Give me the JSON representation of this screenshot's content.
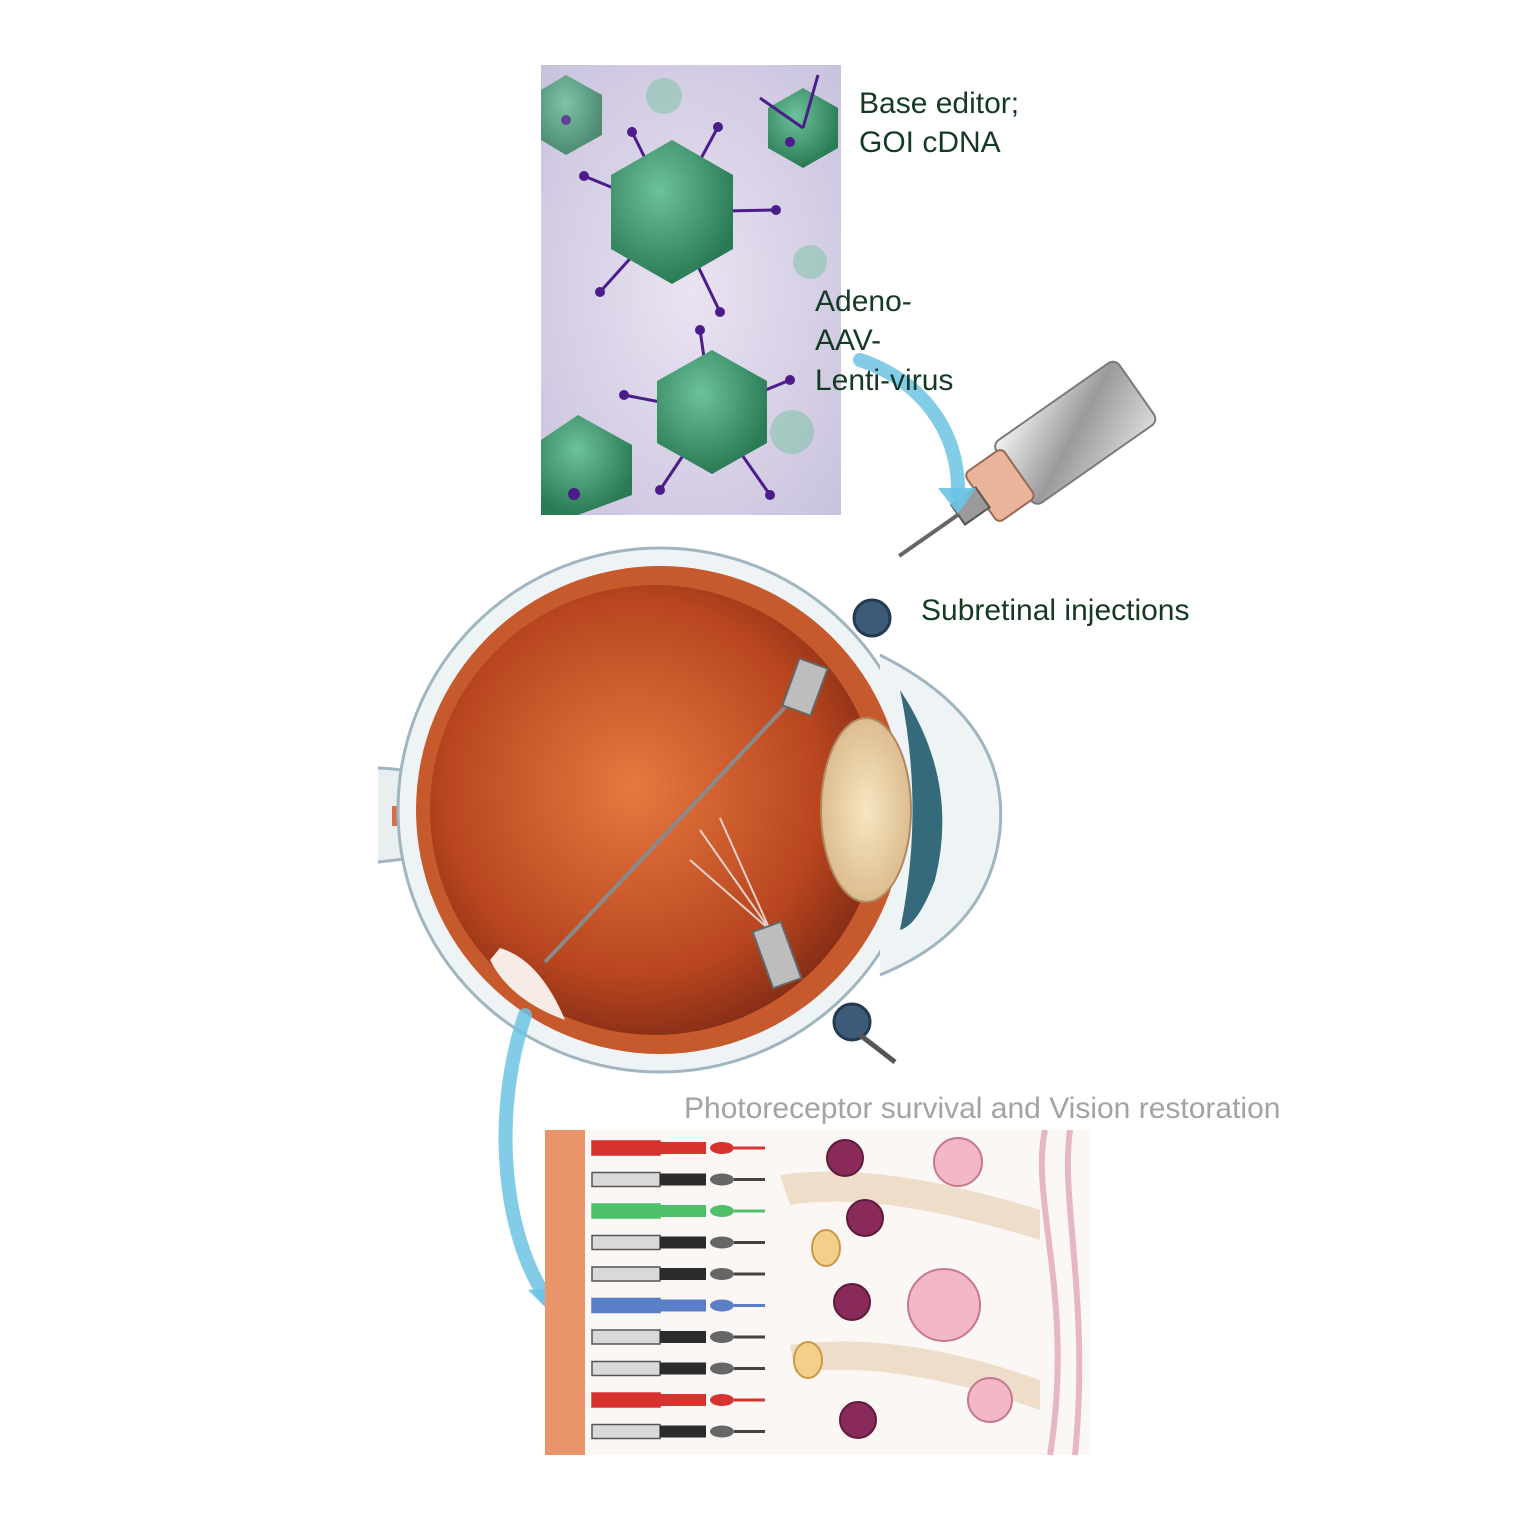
{
  "labels": {
    "base_editor": "Base editor;",
    "goi_cdna": "GOI cDNA",
    "adeno": "Adeno-",
    "aav": "AAV-",
    "lentivirus": "Lenti-virus",
    "subretinal": "Subretinal injections",
    "outcome": "Photoreceptor survival and Vision restoration"
  },
  "colors": {
    "label_dark": "#143a22",
    "outcome_text": "#a3a3a3",
    "virus_green": "#3c9a6e",
    "virus_spike": "#4b1d8a",
    "arrow_blue": "#6cc3e3",
    "eye_red": "#b8451f",
    "red_cone": "#d6322e",
    "green_cone": "#4fbf6a",
    "blue_cone": "#5a7fc6",
    "rod_dark": "#2b2b2b",
    "ganglion_purple": "#8a2a5a"
  },
  "icons": [
    "virus-particle-icon",
    "syringe-icon",
    "eyeball-icon",
    "photoreceptor-icon"
  ]
}
